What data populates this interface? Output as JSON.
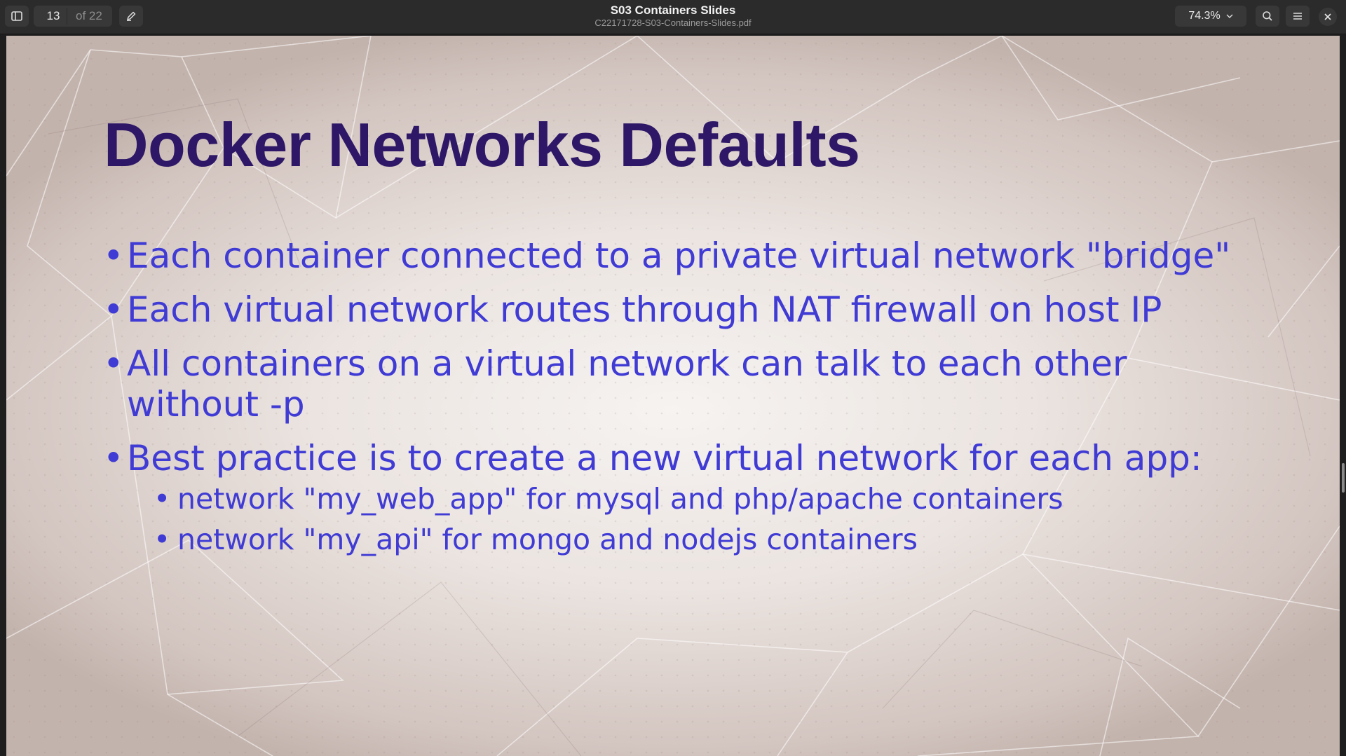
{
  "header": {
    "title": "S03 Containers Slides",
    "filename": "C22171728-S03-Containers-Slides.pdf",
    "page_current": "13",
    "page_total_label": "of 22",
    "zoom": "74.3%"
  },
  "icons": {
    "sidebar": "sidebar-toggle-icon",
    "annotate": "pen-icon",
    "zoom_dropdown": "chevron-down-icon",
    "search": "search-icon",
    "menu": "hamburger-menu-icon",
    "close": "close-icon"
  },
  "slide": {
    "title": "Docker Networks Defaults",
    "bullets": [
      "Each container connected to a private virtual network \"bridge\"",
      "Each virtual network routes through NAT firewall on host IP",
      "All containers on a virtual network can talk to each other without -p",
      "Best practice is to create a new virtual network for each app:"
    ],
    "sub_bullets": [
      "network \"my_web_app\" for mysql and php/apache containers",
      "network \"my_api\" for mongo and nodejs containers"
    ],
    "bullet_glyph": "•"
  },
  "colors": {
    "title": "#2e1767",
    "bullet_text": "#3f3bd4",
    "header_bg": "#2b2b2b"
  }
}
